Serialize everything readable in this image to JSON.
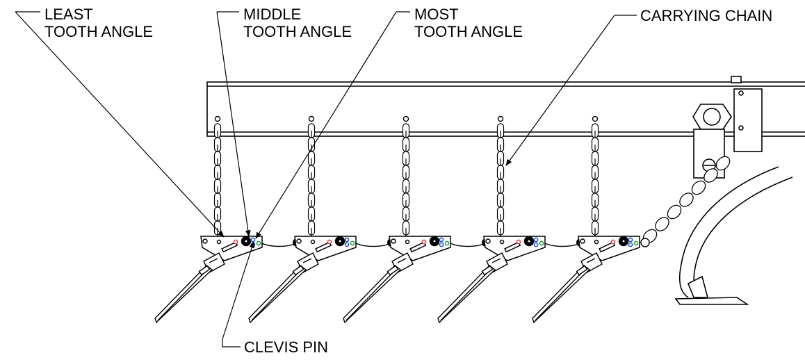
{
  "callouts": {
    "least_tooth_angle": [
      "LEAST",
      "TOOTH ANGLE"
    ],
    "middle_tooth_angle": [
      "MIDDLE",
      "TOOTH ANGLE"
    ],
    "most_tooth_angle": [
      "MOST",
      "TOOTH ANGLE"
    ],
    "carrying_chain": "CARRYING CHAIN",
    "clevis_pin": "CLEVIS PIN"
  },
  "colors": {
    "line": "#000000",
    "hole_red": "#e53935",
    "hole_blue": "#1e4fd8",
    "hole_green": "#1f9d3a"
  },
  "assembly": {
    "harrow_sections": 5,
    "shank": "single curved shank with sweep"
  }
}
